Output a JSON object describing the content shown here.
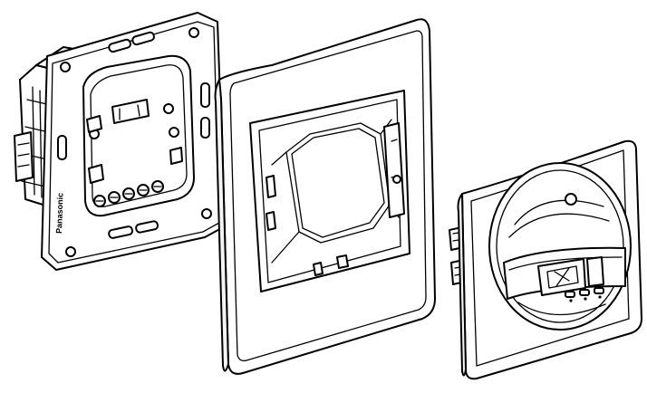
{
  "figure": {
    "type": "exploded-view-line-drawing",
    "parts": [
      "mounting-mechanism",
      "cover-frame",
      "sensor-cover"
    ],
    "brand_marking": "Panasonic"
  },
  "colors": {
    "line": "#000000",
    "fill": "#ffffff",
    "shade": "#f4f4f4"
  }
}
